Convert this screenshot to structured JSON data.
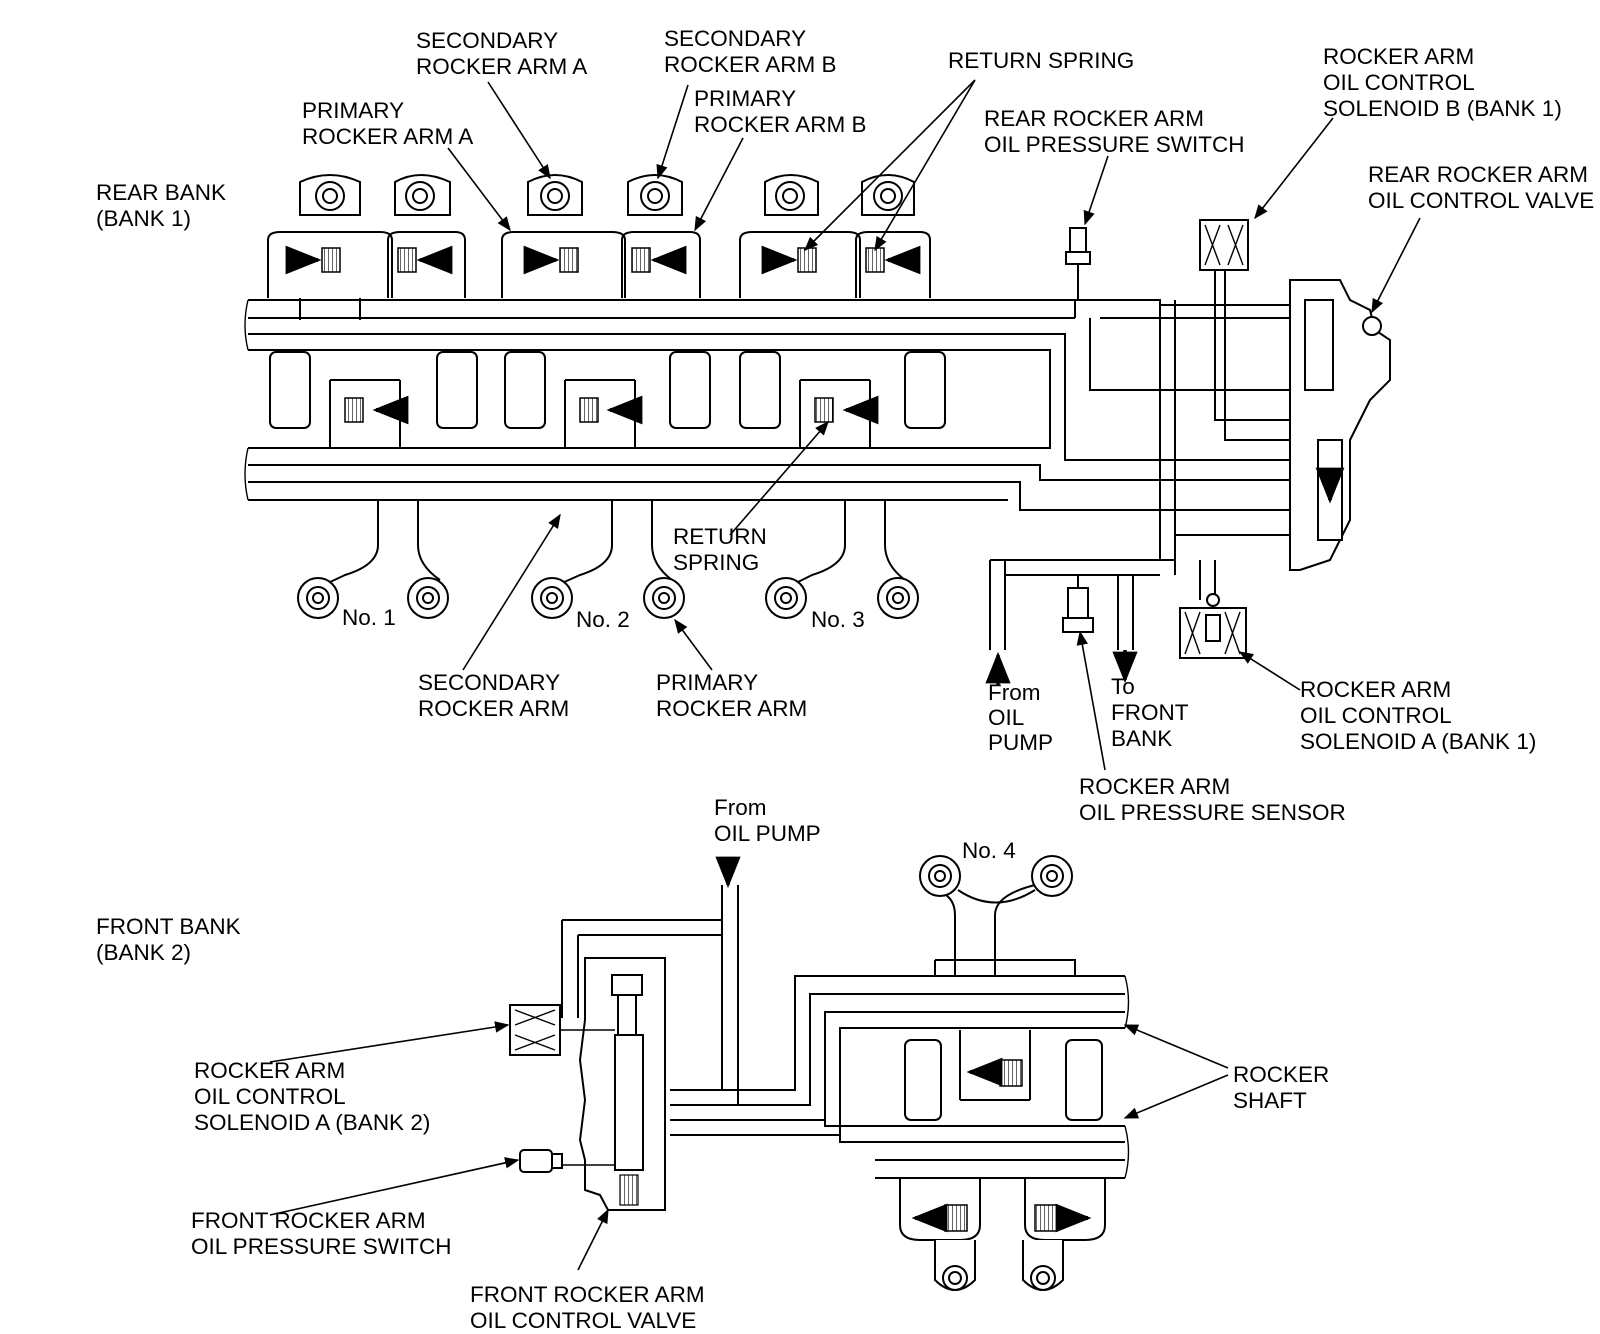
{
  "rear_bank": {
    "title": [
      "REAR BANK",
      "(BANK 1)"
    ],
    "cylinders": [
      "No. 1",
      "No. 2",
      "No. 3"
    ]
  },
  "front_bank": {
    "title": [
      "FRONT BANK",
      "(BANK 2)"
    ],
    "cylinder": "No. 4"
  },
  "labels": {
    "secondary_rocker_arm_a": [
      "SECONDARY",
      "ROCKER ARM A"
    ],
    "secondary_rocker_arm_b": [
      "SECONDARY",
      "ROCKER ARM B"
    ],
    "primary_rocker_arm_a": [
      "PRIMARY",
      "ROCKER ARM A"
    ],
    "primary_rocker_arm_b": [
      "PRIMARY",
      "ROCKER ARM B"
    ],
    "return_spring_top": [
      "RETURN SPRING"
    ],
    "rear_oil_pressure_switch": [
      "REAR ROCKER ARM",
      "OIL PRESSURE SWITCH"
    ],
    "solenoid_b_bank1": [
      "ROCKER ARM",
      "OIL CONTROL",
      "SOLENOID B (BANK 1)"
    ],
    "rear_oil_control_valve": [
      "REAR ROCKER ARM",
      "OIL CONTROL VALVE"
    ],
    "return_spring_mid": [
      "RETURN",
      "SPRING"
    ],
    "secondary_rocker_arm": [
      "SECONDARY",
      "ROCKER ARM"
    ],
    "primary_rocker_arm": [
      "PRIMARY",
      "ROCKER ARM"
    ],
    "from_oil_pump_rear": [
      "From",
      "OIL",
      "PUMP"
    ],
    "to_front_bank": [
      "To",
      "FRONT",
      "BANK"
    ],
    "solenoid_a_bank1": [
      "ROCKER ARM",
      "OIL CONTROL",
      "SOLENOID A (BANK 1)"
    ],
    "oil_pressure_sensor": [
      "ROCKER ARM",
      "OIL PRESSURE SENSOR"
    ],
    "from_oil_pump_front": [
      "From",
      "OIL PUMP"
    ],
    "solenoid_a_bank2": [
      "ROCKER ARM",
      "OIL CONTROL",
      "SOLENOID A (BANK 2)"
    ],
    "front_oil_pressure_switch": [
      "FRONT ROCKER ARM",
      "OIL PRESSURE SWITCH"
    ],
    "front_oil_control_valve": [
      "FRONT ROCKER ARM",
      "OIL CONTROL VALVE"
    ],
    "rocker_shaft": [
      "ROCKER",
      "SHAFT"
    ]
  }
}
